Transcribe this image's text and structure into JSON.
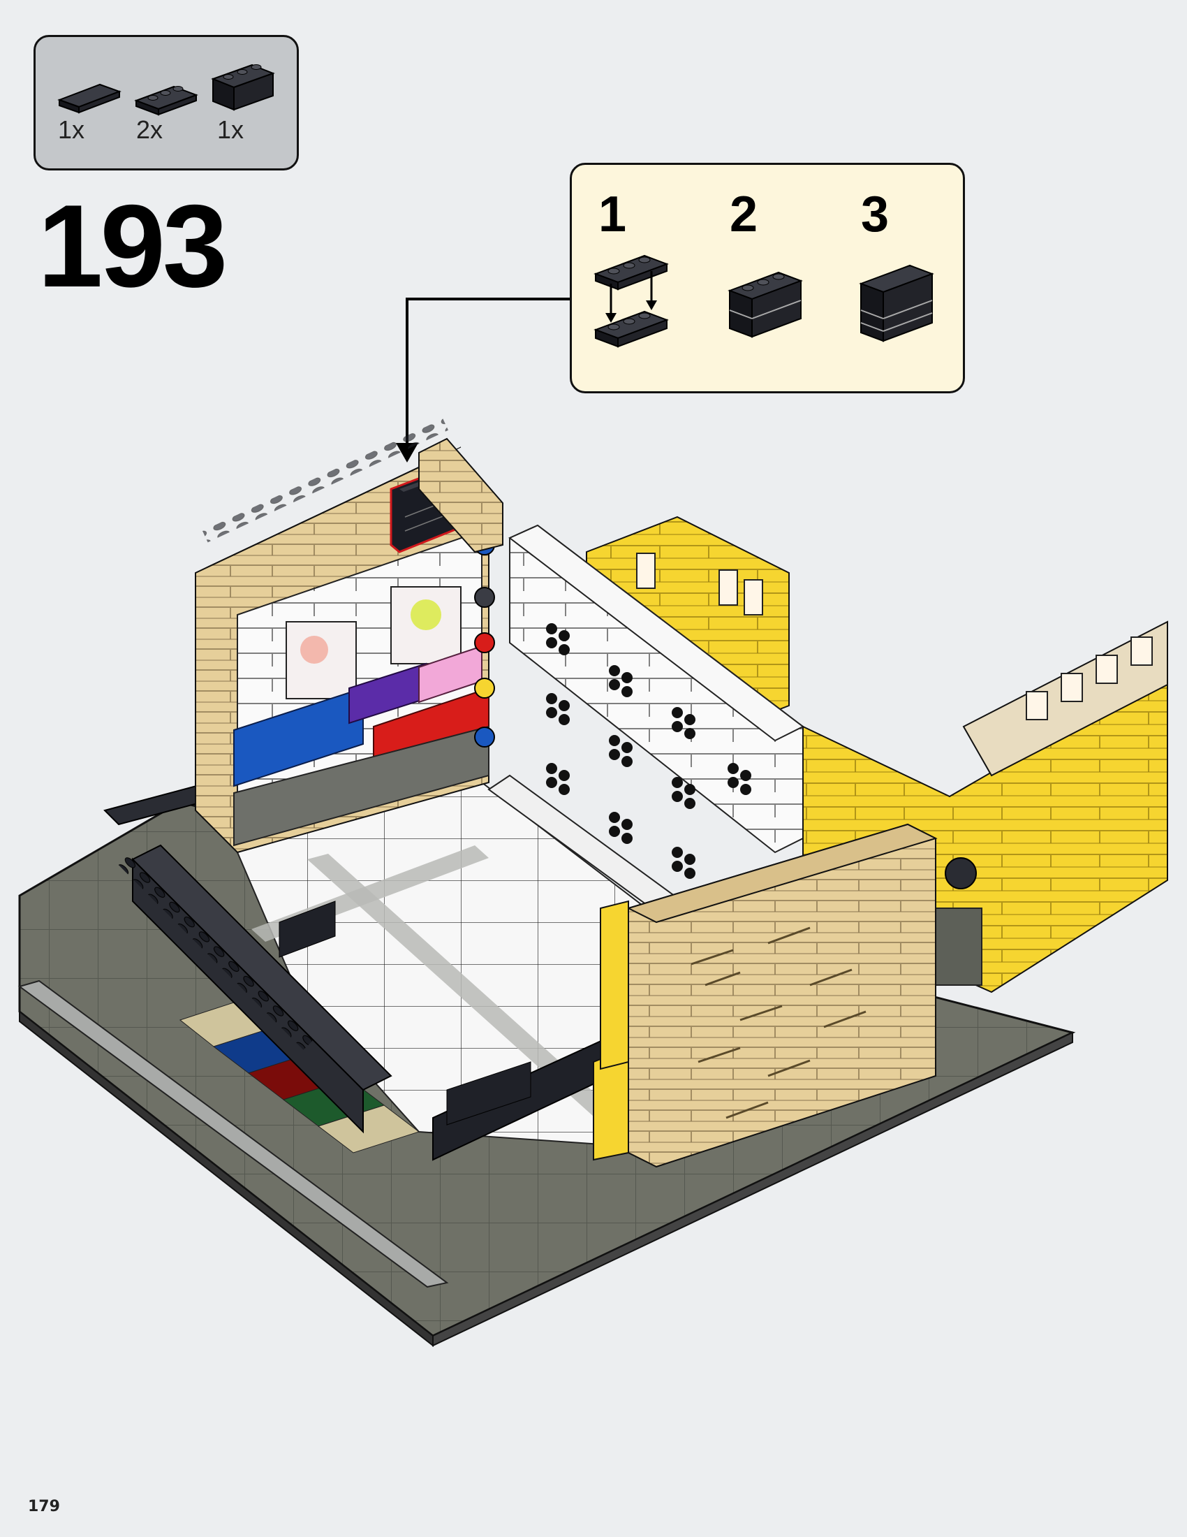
{
  "parts_list": {
    "items": [
      {
        "part_icon": "black-tile-1x4-icon",
        "quantity": "1x"
      },
      {
        "part_icon": "black-plate-1x3-icon",
        "quantity": "2x"
      },
      {
        "part_icon": "black-brick-1x3-icon",
        "quantity": "1x"
      }
    ]
  },
  "step": {
    "number": "193"
  },
  "sub_assembly": {
    "steps": [
      {
        "label": "1",
        "icon": "plates-stacking-icon"
      },
      {
        "label": "2",
        "icon": "stacked-plates-icon"
      },
      {
        "label": "3",
        "icon": "black-brick-assembly-icon"
      }
    ]
  },
  "colors": {
    "page_background": "#eceef0",
    "parts_box": "#c4c7ca",
    "callout_box": "#fdf6dc",
    "highlight_outline": "#d0181c",
    "tan": "#e6cf9a",
    "yellow": "#f6d530",
    "baseplate": "#707268",
    "black": "#1a1c24"
  },
  "page": {
    "number": "179"
  }
}
